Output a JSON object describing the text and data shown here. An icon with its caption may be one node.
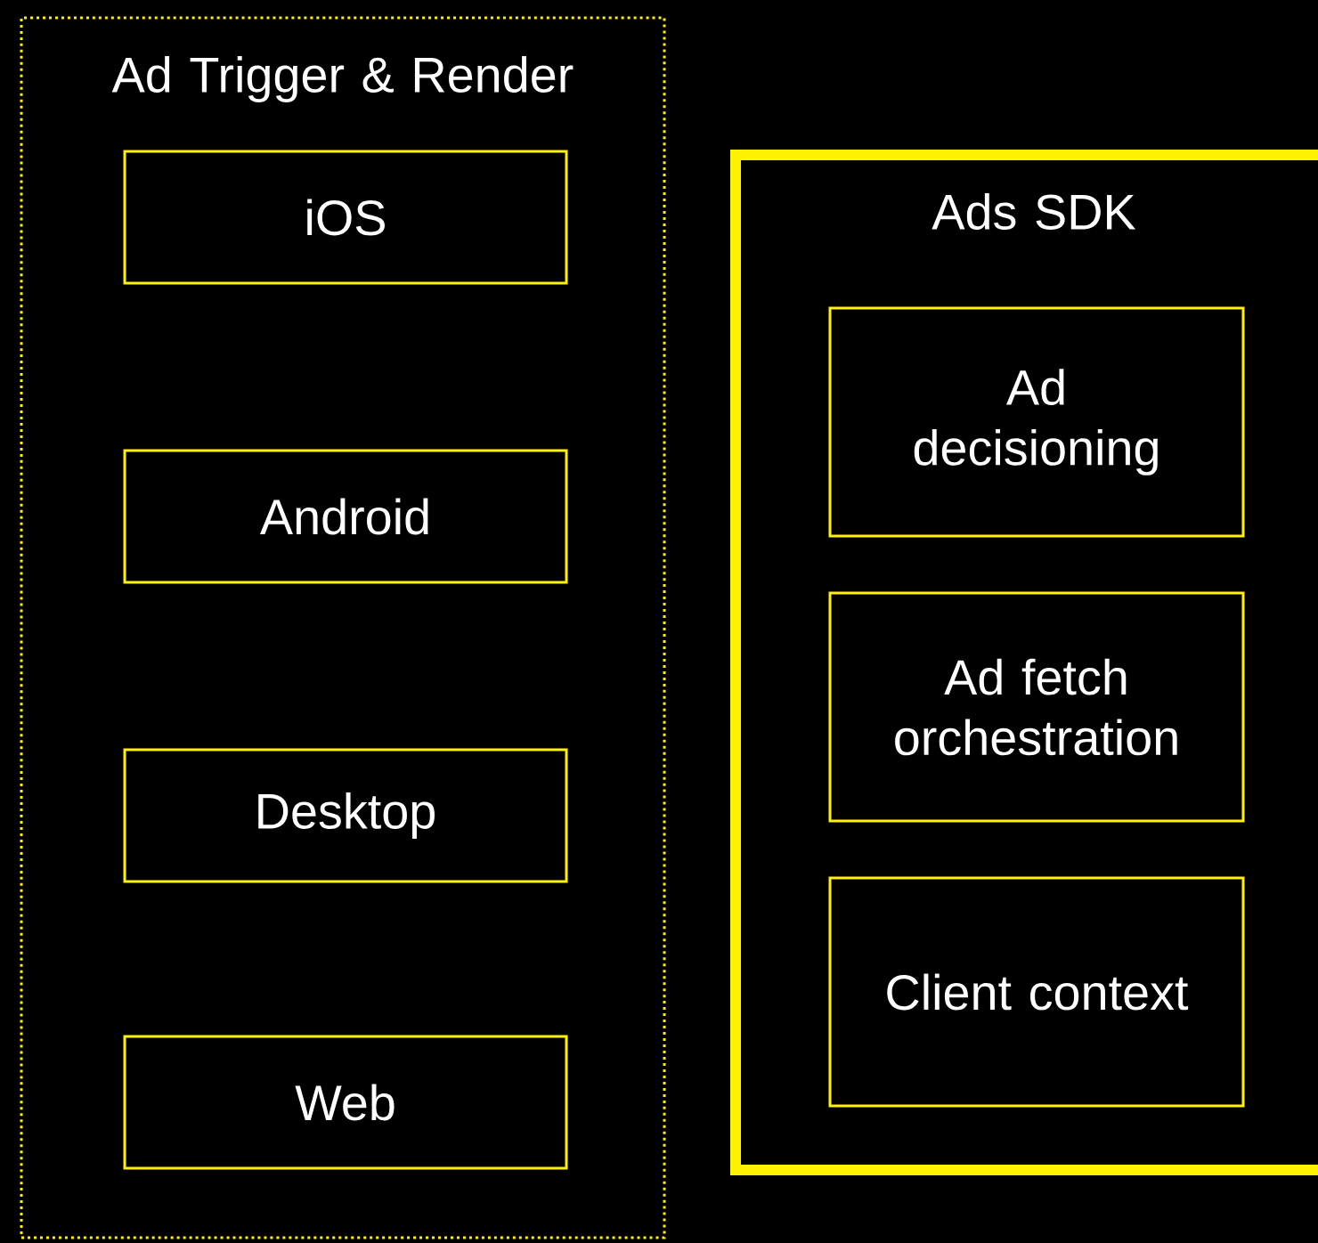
{
  "diagram": {
    "nodes": [
      {
        "text": [
          "Ad Trigger & Render"
        ]
      },
      {
        "text": [
          "iOS"
        ],
        "in": 0
      },
      {
        "text": [
          "Android"
        ],
        "in": 0
      },
      {
        "text": [
          "Desktop"
        ],
        "in": 0
      },
      {
        "text": [
          "Web"
        ],
        "in": 0
      },
      {
        "text": [
          "Ads SDK"
        ]
      },
      {
        "text": [
          "Ad decisioning"
        ],
        "in": 5
      },
      {
        "text": [
          "Ad fetch orchestration"
        ],
        "in": 5
      },
      {
        "text": [
          "Client context"
        ],
        "in": 5
      }
    ],
    "edges": []
  }
}
